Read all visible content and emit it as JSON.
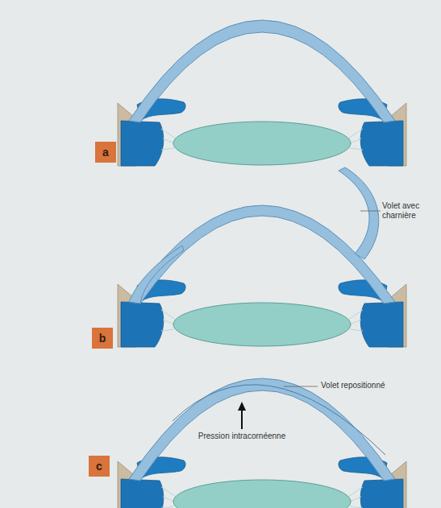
{
  "diagram": {
    "nodes": [
      {
        "text": [
          "a"
        ]
      },
      {
        "text": [
          "b"
        ]
      },
      {
        "text": [
          "c"
        ]
      }
    ],
    "labels": [
      "Volet avec charnière",
      "Volet repositionné",
      "Pression intracornéenne"
    ]
  }
}
